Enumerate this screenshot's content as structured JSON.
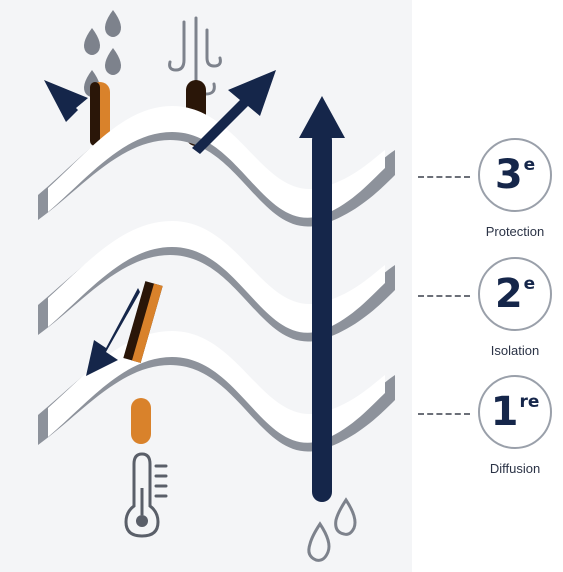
{
  "colors": {
    "navy": "#15264a",
    "orange": "#d9822b",
    "dark_brown": "#2a1608",
    "fabric_dark": "#8d929b",
    "fabric_light": "#ffffff",
    "drop_gray": "#7d828c",
    "panel_bg": "#f4f5f7"
  },
  "icons": {
    "rain": "raindrops-icon",
    "wind": "wind-icon",
    "thermometer": "thermometer-icon",
    "water": "water-drops-icon"
  },
  "layers": [
    {
      "num": "3",
      "sup": "e",
      "label": "Protection"
    },
    {
      "num": "2",
      "sup": "e",
      "label": "Isolation"
    },
    {
      "num": "1",
      "sup": "re",
      "label": "Diffusion"
    }
  ]
}
